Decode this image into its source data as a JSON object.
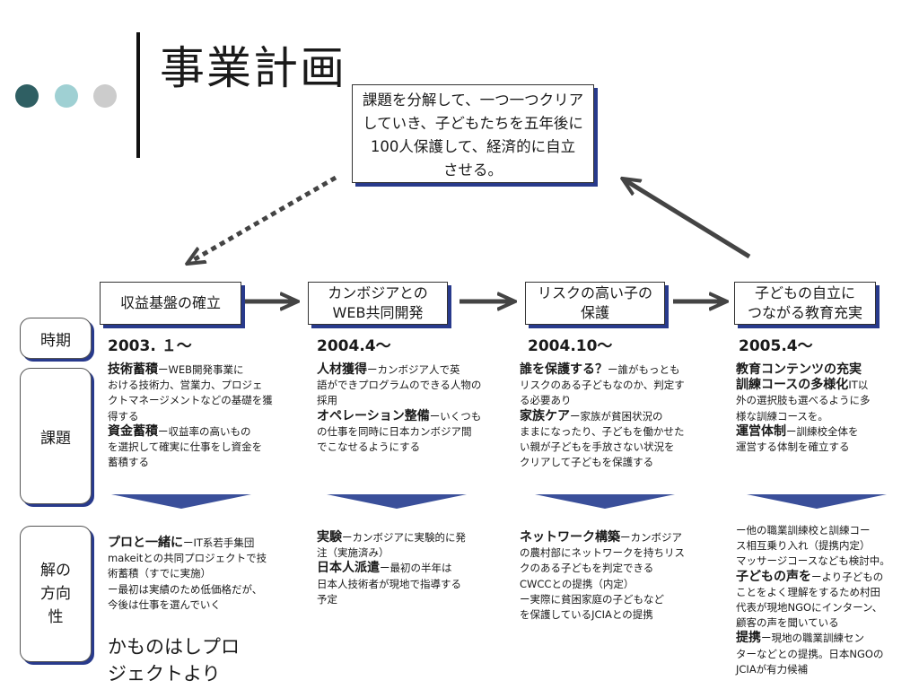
{
  "title": "事業計画",
  "colors": {
    "dot1": "#2f5f63",
    "dot2": "#9fd0d3",
    "dot3": "#cccccc",
    "shadow": "#283a8c",
    "arrow": "#444444"
  },
  "goal": {
    "lines": [
      "課題を分解して、一つ一つクリア",
      "していき、子どもたちを五年後に",
      "100人保護して、経済的に自立",
      "させる。"
    ]
  },
  "stages": [
    {
      "lines": [
        "収益基盤の確立"
      ]
    },
    {
      "lines": [
        "カンボジアとの",
        "WEB共同開発"
      ]
    },
    {
      "lines": [
        "リスクの高い子の",
        "保護"
      ]
    },
    {
      "lines": [
        "子どもの自立に",
        "つながる教育充実"
      ]
    }
  ],
  "row_labels": {
    "period": "時期",
    "issues": "課題",
    "solution": [
      "解の",
      "方向",
      "性"
    ]
  },
  "dates": [
    "2003. １〜",
    "2004.4〜",
    "2004.10〜",
    "2005.4〜"
  ],
  "issues": [
    [
      {
        "head": "技術蓄積",
        "body": "ーWEB開発事業に"
      },
      {
        "body": "おける技術力、営業力、プロジェ"
      },
      {
        "body": "クトマネージメントなどの基礎を獲"
      },
      {
        "body": "得する"
      },
      {
        "head": "資金蓄積",
        "body": "ー収益率の高いもの"
      },
      {
        "body": "を選択して確実に仕事をし資金を"
      },
      {
        "body": "蓄積する"
      }
    ],
    [
      {
        "head": "人材獲得",
        "body": "ーカンボジア人で英"
      },
      {
        "body": "語ができプログラムのできる人物の"
      },
      {
        "body": "採用"
      },
      {
        "head": "オペレーション整備",
        "body": "ーいくつも"
      },
      {
        "body": "の仕事を同時に日本カンボジア間"
      },
      {
        "body": "でこなせるようにする"
      }
    ],
    [
      {
        "head": "誰を保護する？",
        "body": "ー誰がもっとも"
      },
      {
        "body": "リスクのある子どもなのか、判定す"
      },
      {
        "body": "る必要あり"
      },
      {
        "head": "家族ケア",
        "body": "ー家族が貧困状況の"
      },
      {
        "body": "ままになったり、子どもを働かせた"
      },
      {
        "body": "い親が子どもを手放さない状況を"
      },
      {
        "body": "クリアして子どもを保護する"
      }
    ],
    [
      {
        "head": "教育コンテンツの充実"
      },
      {
        "head": "訓練コースの多様化",
        "body": "IT以"
      },
      {
        "body": "外の選択肢も選べるように多"
      },
      {
        "body": "様な訓練コースを。"
      },
      {
        "head": "運営体制",
        "body": "ー訓練校全体を"
      },
      {
        "body": "運営する体制を確立する"
      }
    ]
  ],
  "solutions": [
    [
      {
        "head": "プロと一緒に",
        "body": "ーIT系若手集団"
      },
      {
        "body": "makeitとの共同プロジェクトで技"
      },
      {
        "body": "術蓄積（すでに実施）"
      },
      {
        "body": "ー最初は実績のため低価格だが、"
      },
      {
        "body": "今後は仕事を選んでいく"
      }
    ],
    [
      {
        "head": "実験",
        "body": "ーカンボジアに実験的に発"
      },
      {
        "body": "注（実施済み）"
      },
      {
        "head": "日本人派遣",
        "body": "ー最初の半年は"
      },
      {
        "body": "日本人技術者が現地で指導する"
      },
      {
        "body": "予定"
      }
    ],
    [
      {
        "head": "ネットワーク構築",
        "body": "ーカンボジア"
      },
      {
        "body": "の農村部にネットワークを持ちリス"
      },
      {
        "body": "クのある子どもを判定できる"
      },
      {
        "body": "CWCCとの提携（内定）"
      },
      {
        "body": "ー実際に貧困家庭の子どもなど"
      },
      {
        "body": "を保護しているJCIAとの提携"
      }
    ],
    [
      {
        "body": "ー他の職業訓練校と訓練コー"
      },
      {
        "body": "ス相互乗り入れ（提携内定）"
      },
      {
        "body": "マッサージコースなども検討中。"
      },
      {
        "head": "子どもの声を",
        "body": "ーより子どもの"
      },
      {
        "body": "ことをよく理解をするため村田"
      },
      {
        "body": "代表が現地NGOにインターン、"
      },
      {
        "body": "顧客の声を聞いている"
      },
      {
        "head": "提携",
        "body": "ー現地の職業訓練セン"
      },
      {
        "body": "ターなどとの提携。日本NGOの"
      },
      {
        "body": "JCIAが有力候補"
      }
    ]
  ],
  "bottom_note": [
    "かものはしプロ",
    "ジェクトより"
  ]
}
